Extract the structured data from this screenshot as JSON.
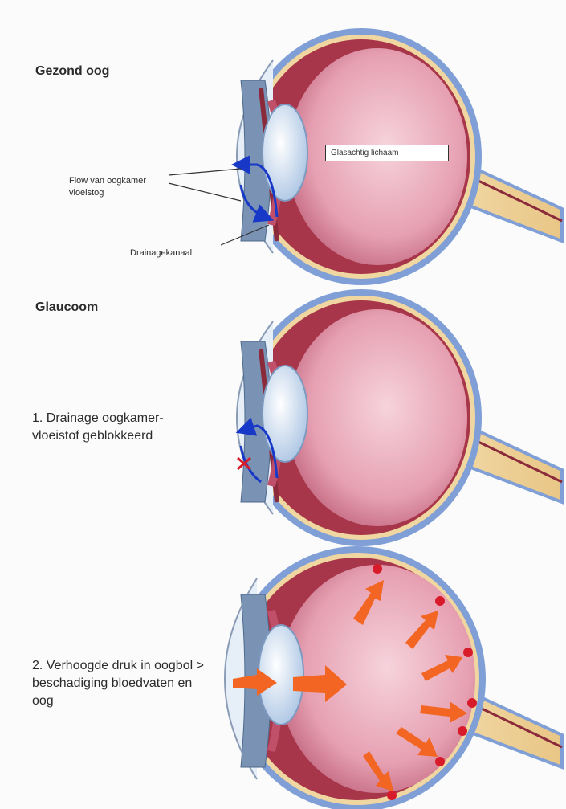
{
  "labels": {
    "healthy_title": "Gezond oog",
    "flow_label": "Flow van oogkamer vloeistog",
    "vitreous_label": "Glasachtig lichaam",
    "drain_label": "Drainagekanaal",
    "glaucoma_title": "Glaucoom",
    "step1": "1. Drainage oogkamer- vloeistof geblokkeerd",
    "step2": "2. Verhoogde druk in oogbol > beschadiging bloedvaten en oog"
  },
  "colors": {
    "sclera_blue": "#7f9fd6",
    "choroid": "#a8364a",
    "vitreous_pink": "#e8a8b8",
    "optic_nerve": "#f0d6a0",
    "lens": "#c8dcf0",
    "arrow_orange": "#f26522",
    "flow_blue": "#1838c8"
  }
}
